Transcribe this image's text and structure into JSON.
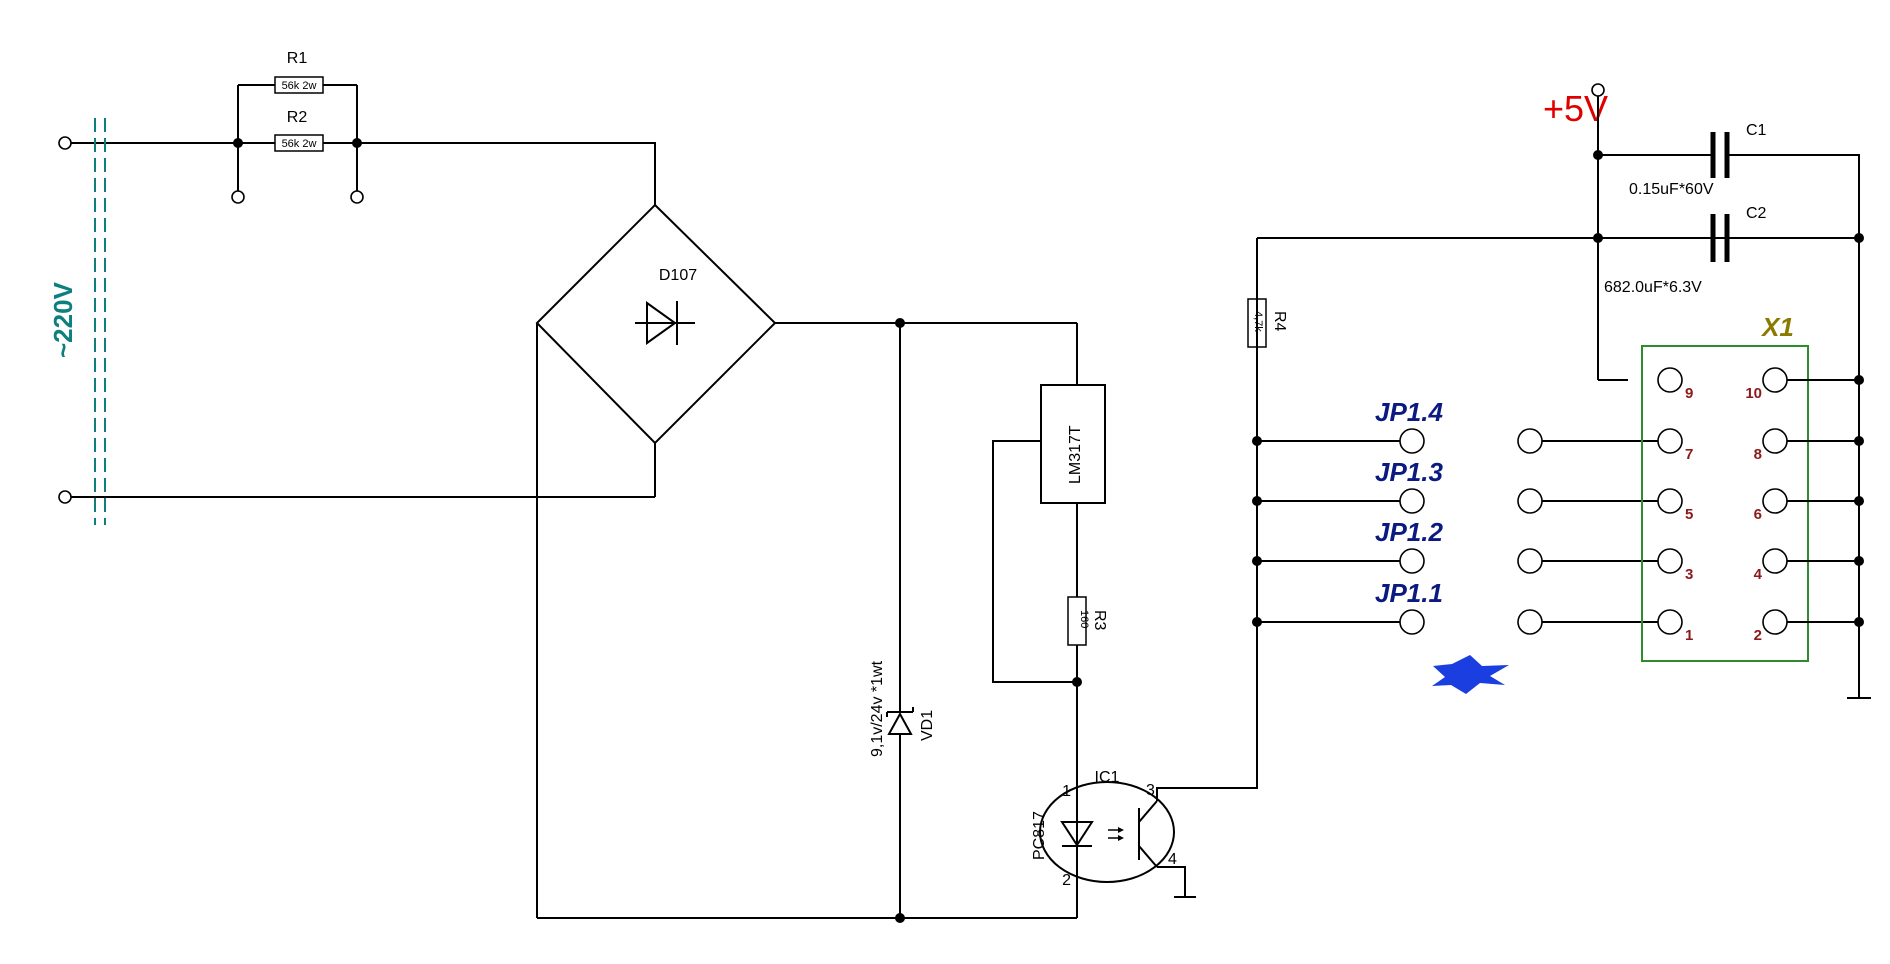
{
  "mains": {
    "label": "~220V",
    "color": "#0d7f7f"
  },
  "resistors": {
    "r1": {
      "name": "R1",
      "value": "56k 2w"
    },
    "r2": {
      "name": "R2",
      "value": "56k 2w"
    },
    "r3": {
      "name": "R3",
      "value": "160"
    },
    "r4": {
      "name": "R4",
      "value": "4,7k"
    }
  },
  "bridge": {
    "name": "D107"
  },
  "regulator": {
    "name": "LM317T"
  },
  "zener": {
    "name": "VD1",
    "value": "9,1v/24v *1wt"
  },
  "optocoupler": {
    "name": "IC1",
    "part": "PC817",
    "pins": [
      "1",
      "2",
      "3",
      "4"
    ]
  },
  "supply": {
    "label": "+5V",
    "color": "#e00000"
  },
  "capacitors": {
    "c1": {
      "name": "C1",
      "value": "0.15uF*60V"
    },
    "c2": {
      "name": "C2",
      "value": "682.0uF*6.3V"
    }
  },
  "connector": {
    "name": "X1",
    "name_color": "#8a7a00",
    "border_color": "#2e8b2e",
    "pins_left": [
      "9",
      "7",
      "5",
      "3",
      "1"
    ],
    "pins_right": [
      "10",
      "8",
      "6",
      "4",
      "2"
    ]
  },
  "jumpers": [
    "JP1.4",
    "JP1.3",
    "JP1.2",
    "JP1.1"
  ],
  "jumper_color": "#0b1a80",
  "marker_color": "#1a3ee0"
}
